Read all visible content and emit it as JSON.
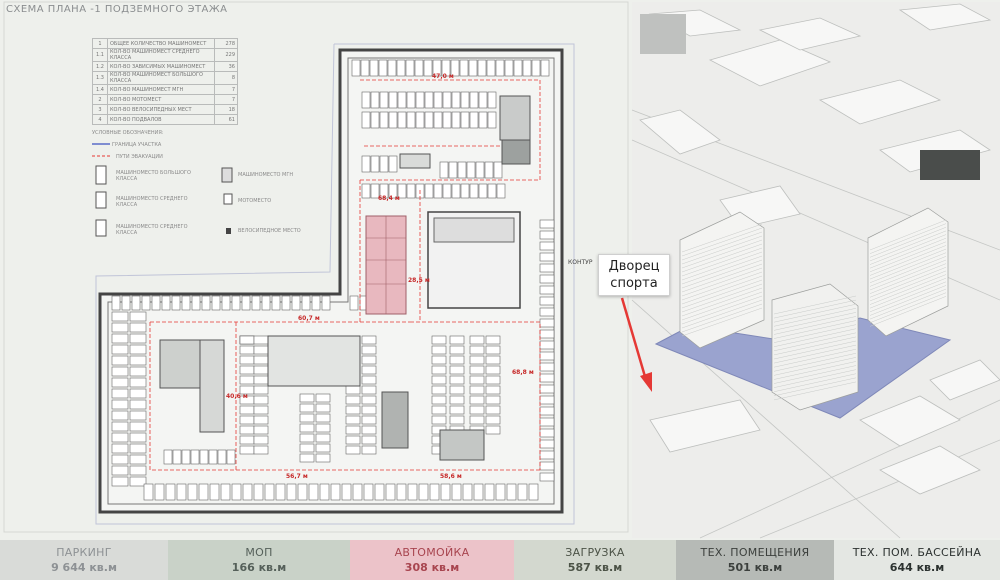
{
  "header": {
    "title": "СХЕМА ПЛАНА -1 ПОДЗЕМНОГО ЭТАЖА"
  },
  "legend": {
    "rows": [
      {
        "num": "1",
        "text": "ОБЩЕЕ КОЛИЧЕСТВО МАШИНОМЕСТ",
        "value": "278"
      },
      {
        "num": "1.1",
        "text": "КОЛ-ВО МАШИНОМЕСТ СРЕДНЕГО КЛАССА",
        "value": "229"
      },
      {
        "num": "1.2",
        "text": "КОЛ-ВО ЗАВИСИМЫХ МАШИНОМЕСТ",
        "value": "36"
      },
      {
        "num": "1.3",
        "text": "КОЛ-ВО МАШИНОМЕСТ БОЛЬШОГО КЛАССА",
        "value": "8"
      },
      {
        "num": "1.4",
        "text": "КОЛ-ВО МАШИНОМЕСТ МГН",
        "value": "7"
      },
      {
        "num": "2",
        "text": "КОЛ-ВО МОТОМЕСТ",
        "value": "7"
      },
      {
        "num": "3",
        "text": "КОЛ-ВО ВЕЛОСИПЕДНЫХ МЕСТ",
        "value": "18"
      },
      {
        "num": "4",
        "text": "КОЛ-ВО ПОДВАЛОВ",
        "value": "61"
      }
    ],
    "heading": "УСЛОВНЫЕ ОБОЗНАЧЕНИЯ:",
    "boundary": "ГРАНИЦА УЧАСТКА",
    "paths": "ПУТИ ЭВАКУАЦИИ",
    "items": [
      "МАШИНОМЕСТО БОЛЬШОГО КЛАССА",
      "МАШИНОМЕСТО МГН",
      "МАШИНОМЕСТО СРЕДНЕГО КЛАССА",
      "МОТОМЕСТО",
      "МАШИНОМЕСТО СРЕДНЕГО КЛАССА",
      "ВЕЛОСИПЕДНОЕ МЕСТО"
    ]
  },
  "plan": {
    "dims": [
      "47,0 м",
      "68,4 м",
      "28,5 м",
      "60,7 м",
      "40,6 м",
      "68,8 м",
      "56,7 м",
      "58,6 м"
    ],
    "contour": "КОНТУР"
  },
  "callout": {
    "line1": "Дворец",
    "line2": "спорта"
  },
  "colors": {
    "accent_red": "#e53935",
    "car_wash": "#e8b8bf",
    "massing_blue": "#9aa3cf"
  },
  "bottom": [
    {
      "label": "ПАРКИНГ",
      "value": "9 644 кв.м",
      "bg": "#d9dbd8",
      "fg": "#8d9194",
      "w": 168
    },
    {
      "label": "МОП",
      "value": "166 кв.м",
      "bg": "#c9d2c8",
      "fg": "#55605a",
      "w": 182
    },
    {
      "label": "АВТОМОЙКА",
      "value": "308 кв.м",
      "bg": "#ecc3c9",
      "fg": "#a8454f",
      "w": 164
    },
    {
      "label": "ЗАГРУЗКА",
      "value": "587 кв.м",
      "bg": "#d3d8cf",
      "fg": "#4c5347",
      "w": 162
    },
    {
      "label": "ТЕХ. ПОМЕЩЕНИЯ",
      "value": "501 кв.м",
      "bg": "#b6bab6",
      "fg": "#3c403d",
      "w": 158
    },
    {
      "label": "ТЕХ. ПОМ. БАССЕЙНА",
      "value": "644 кв.м",
      "bg": "#e4e7e3",
      "fg": "#2c3230",
      "w": 166
    }
  ]
}
